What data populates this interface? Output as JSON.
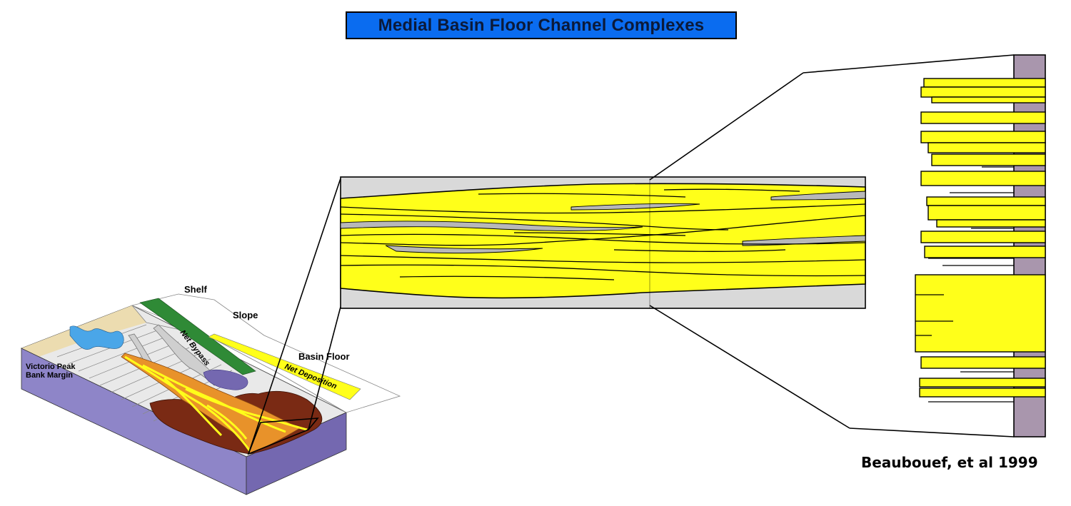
{
  "title": "Medial Basin Floor Channel Complexes",
  "citation": "Beaubouef, et al 1999",
  "block_diagram": {
    "labels": {
      "shelf": "Shelf",
      "slope": "Slope",
      "basin_floor": "Basin Floor",
      "margin_line1": "Victorio Peak",
      "margin_line2": "Bank Margin",
      "net_bypass": "Net Bypass",
      "net_deposition": "Net Deposition"
    }
  },
  "colors": {
    "title_bg": "#0a6cf0",
    "sand": "#ffff1a",
    "shale": "#b8b8b8",
    "panel_bg": "#d9d9d9",
    "column_strip": "#a996ad",
    "block_side": "#8e85c8",
    "channel_brown": "#7a2a14",
    "channel_orange": "#e8922a",
    "bypass_green": "#2f8a36"
  }
}
